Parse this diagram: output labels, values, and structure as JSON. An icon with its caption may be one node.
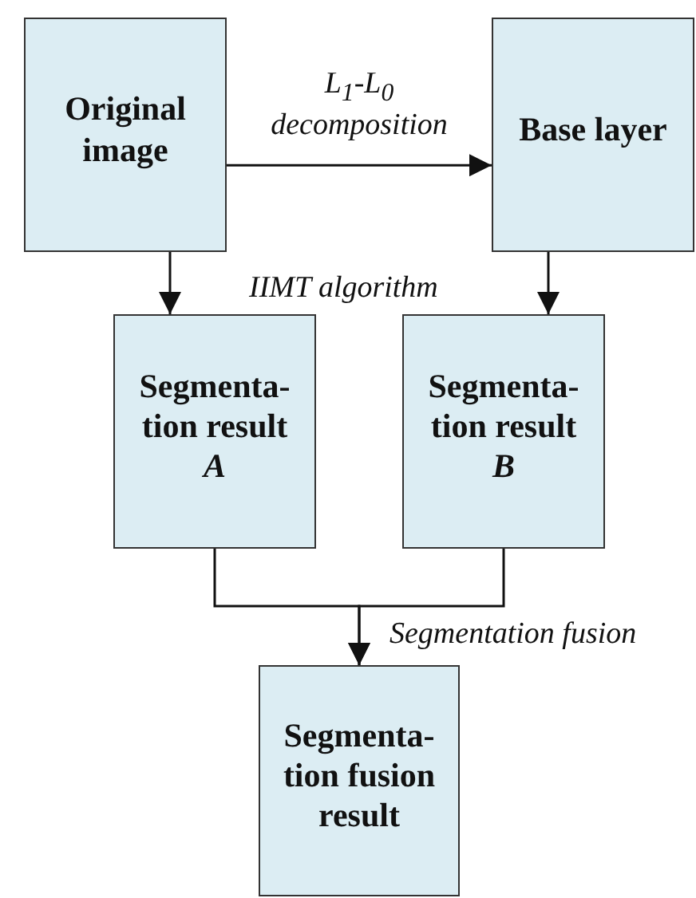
{
  "diagram": {
    "nodes": [
      {
        "text": [
          "Original image"
        ]
      },
      {
        "text": [
          "Base layer"
        ]
      },
      {
        "text": [
          "Segmenta- tion result *A*"
        ]
      },
      {
        "text": [
          "Segmenta- tion result *B*"
        ]
      },
      {
        "text": [
          "Segmenta- tion fusion result"
        ]
      }
    ],
    "edges": [
      {
        "from": 0,
        "to": 1,
        "arrow": "to",
        "label": "*L*$_{1}$-*L*$_{0}$ decomposition"
      },
      {
        "from": 0,
        "to": 2,
        "arrow": "to"
      },
      {
        "from": 1,
        "to": 3,
        "arrow": "to"
      },
      {
        "from": 2,
        "to": 4,
        "arrow": "to"
      },
      {
        "from": 3,
        "to": 4,
        "arrow": "to"
      }
    ],
    "labels": [
      "IIMT algorithm",
      "Segmentation fusion"
    ]
  }
}
